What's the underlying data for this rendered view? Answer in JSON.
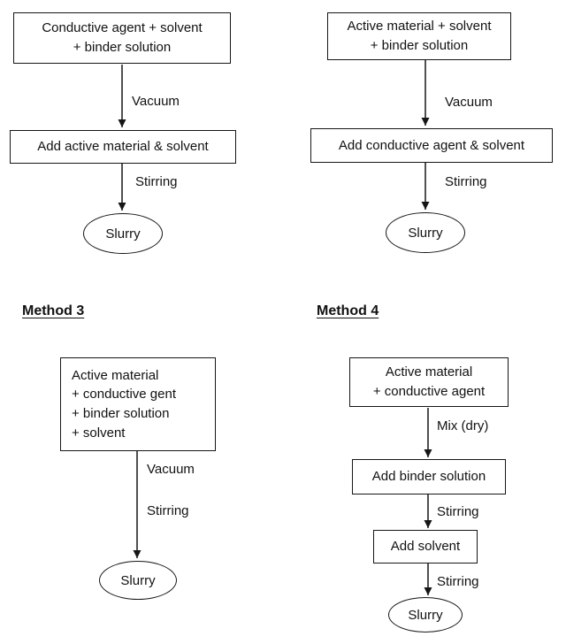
{
  "charts": {
    "method1": {
      "box1": "Conductive agent + solvent\n+ binder solution",
      "arrow1_label": "Vacuum",
      "box2": "Add active material & solvent",
      "arrow2_label": "Stirring",
      "terminal": "Slurry"
    },
    "method2": {
      "box1": "Active material + solvent\n+ binder solution",
      "arrow1_label": "Vacuum",
      "box2": "Add conductive agent & solvent",
      "arrow2_label": "Stirring",
      "terminal": "Slurry"
    },
    "method3": {
      "heading": "Method 3",
      "box1": "Active material\n+ conductive gent\n+ binder solution\n+ solvent",
      "arrow1_label": "Vacuum",
      "arrow2_label": "Stirring",
      "terminal": "Slurry"
    },
    "method4": {
      "heading": "Method 4",
      "box1": "Active material\n+ conductive agent",
      "arrow1_label": "Mix (dry)",
      "box2": "Add binder solution",
      "arrow2_label": "Stirring",
      "box3": "Add solvent",
      "arrow3_label": "Stirring",
      "terminal": "Slurry"
    }
  }
}
